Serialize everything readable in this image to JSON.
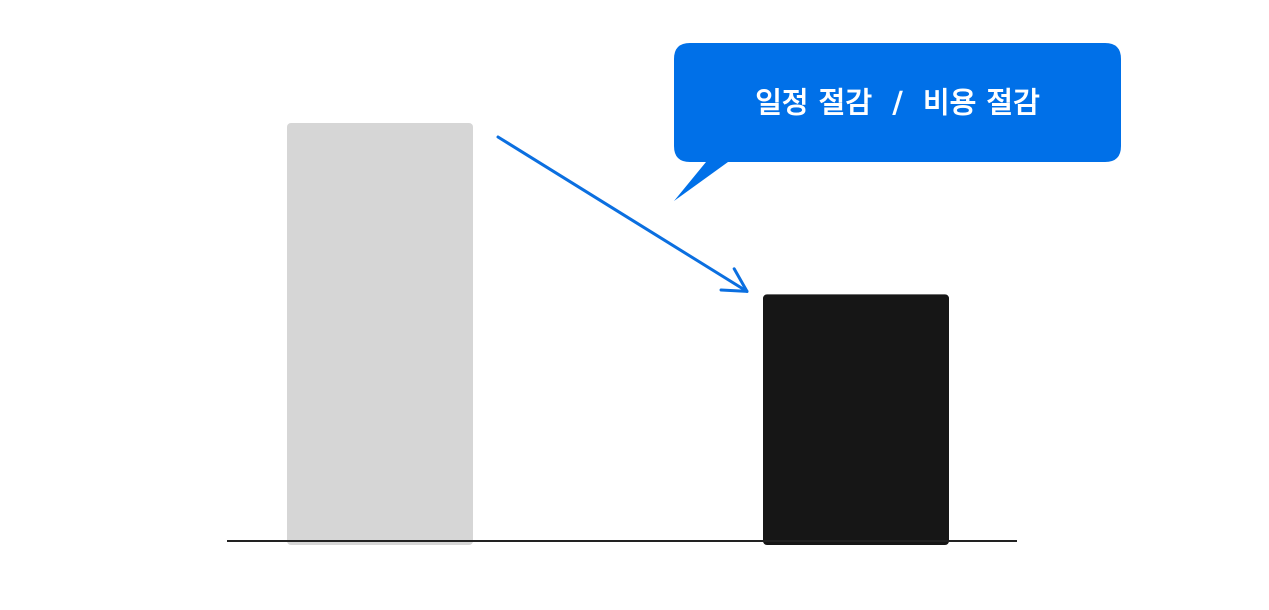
{
  "chart_data": {
    "type": "bar",
    "categories": [
      "",
      ""
    ],
    "values": [
      100,
      59
    ],
    "ylim": [
      0,
      100
    ],
    "title": "",
    "xlabel": "",
    "ylabel": "",
    "grid": false,
    "legend": "none",
    "bar_colors": [
      "#d6d6d6",
      "#161616"
    ],
    "axis_color": "#222222",
    "annotation": {
      "text": "일정 절감  /  비용 절감",
      "background": "#0070e8",
      "text_color": "#ffffff",
      "arrow_color": "#0b6fe0",
      "from_category": 0,
      "to_category": 1
    }
  }
}
